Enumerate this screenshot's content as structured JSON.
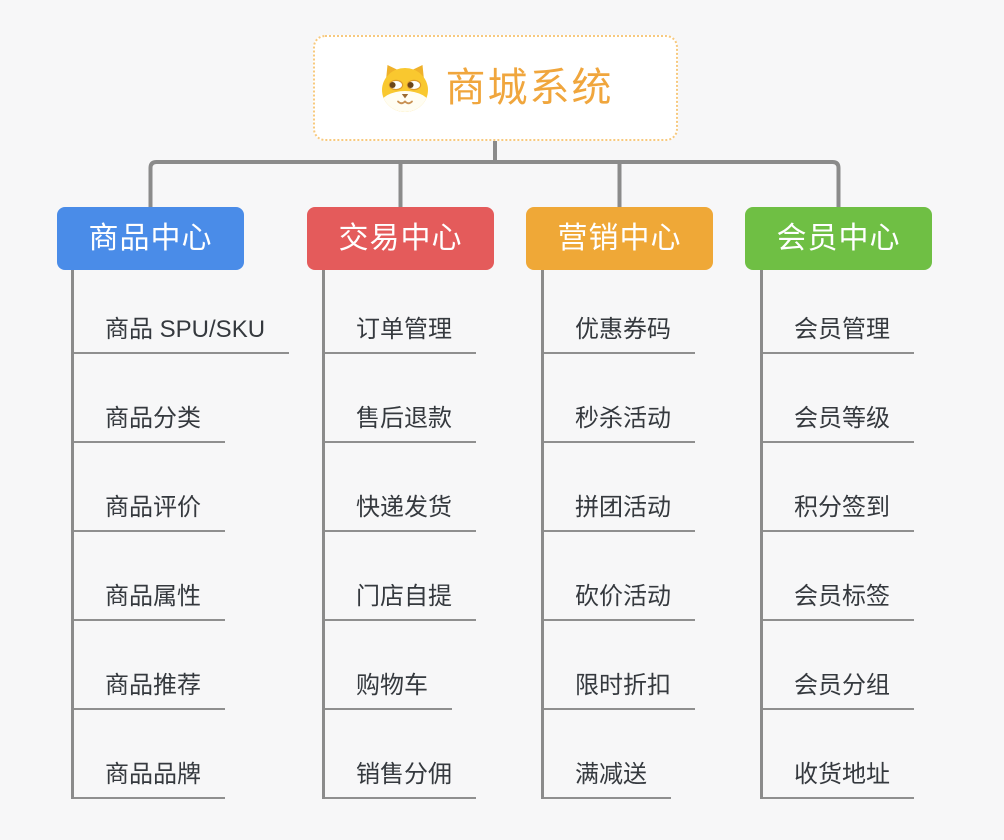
{
  "root": {
    "title": "商城系统",
    "icon": "dog-face-icon"
  },
  "branches": [
    {
      "label": "商品中心",
      "color": "#4A8CE8",
      "children": [
        "商品 SPU/SKU",
        "商品分类",
        "商品评价",
        "商品属性",
        "商品推荐",
        "商品品牌"
      ]
    },
    {
      "label": "交易中心",
      "color": "#E45B5B",
      "children": [
        "订单管理",
        "售后退款",
        "快递发货",
        "门店自提",
        "购物车",
        "销售分佣"
      ]
    },
    {
      "label": "营销中心",
      "color": "#EFA837",
      "children": [
        "优惠券码",
        "秒杀活动",
        "拼团活动",
        "砍价活动",
        "限时折扣",
        "满减送"
      ]
    },
    {
      "label": "会员中心",
      "color": "#6FBF44",
      "children": [
        "会员管理",
        "会员等级",
        "积分签到",
        "会员标签",
        "会员分组",
        "收货地址"
      ]
    }
  ],
  "colors": {
    "accent": "#F0A63D",
    "root_border": "#F7C97E",
    "connector": "#8B8B8B",
    "underline": "#8F8F8F",
    "item_text": "#35393E",
    "node_text": "#FFFFFF",
    "background": "#F7F7F8"
  }
}
